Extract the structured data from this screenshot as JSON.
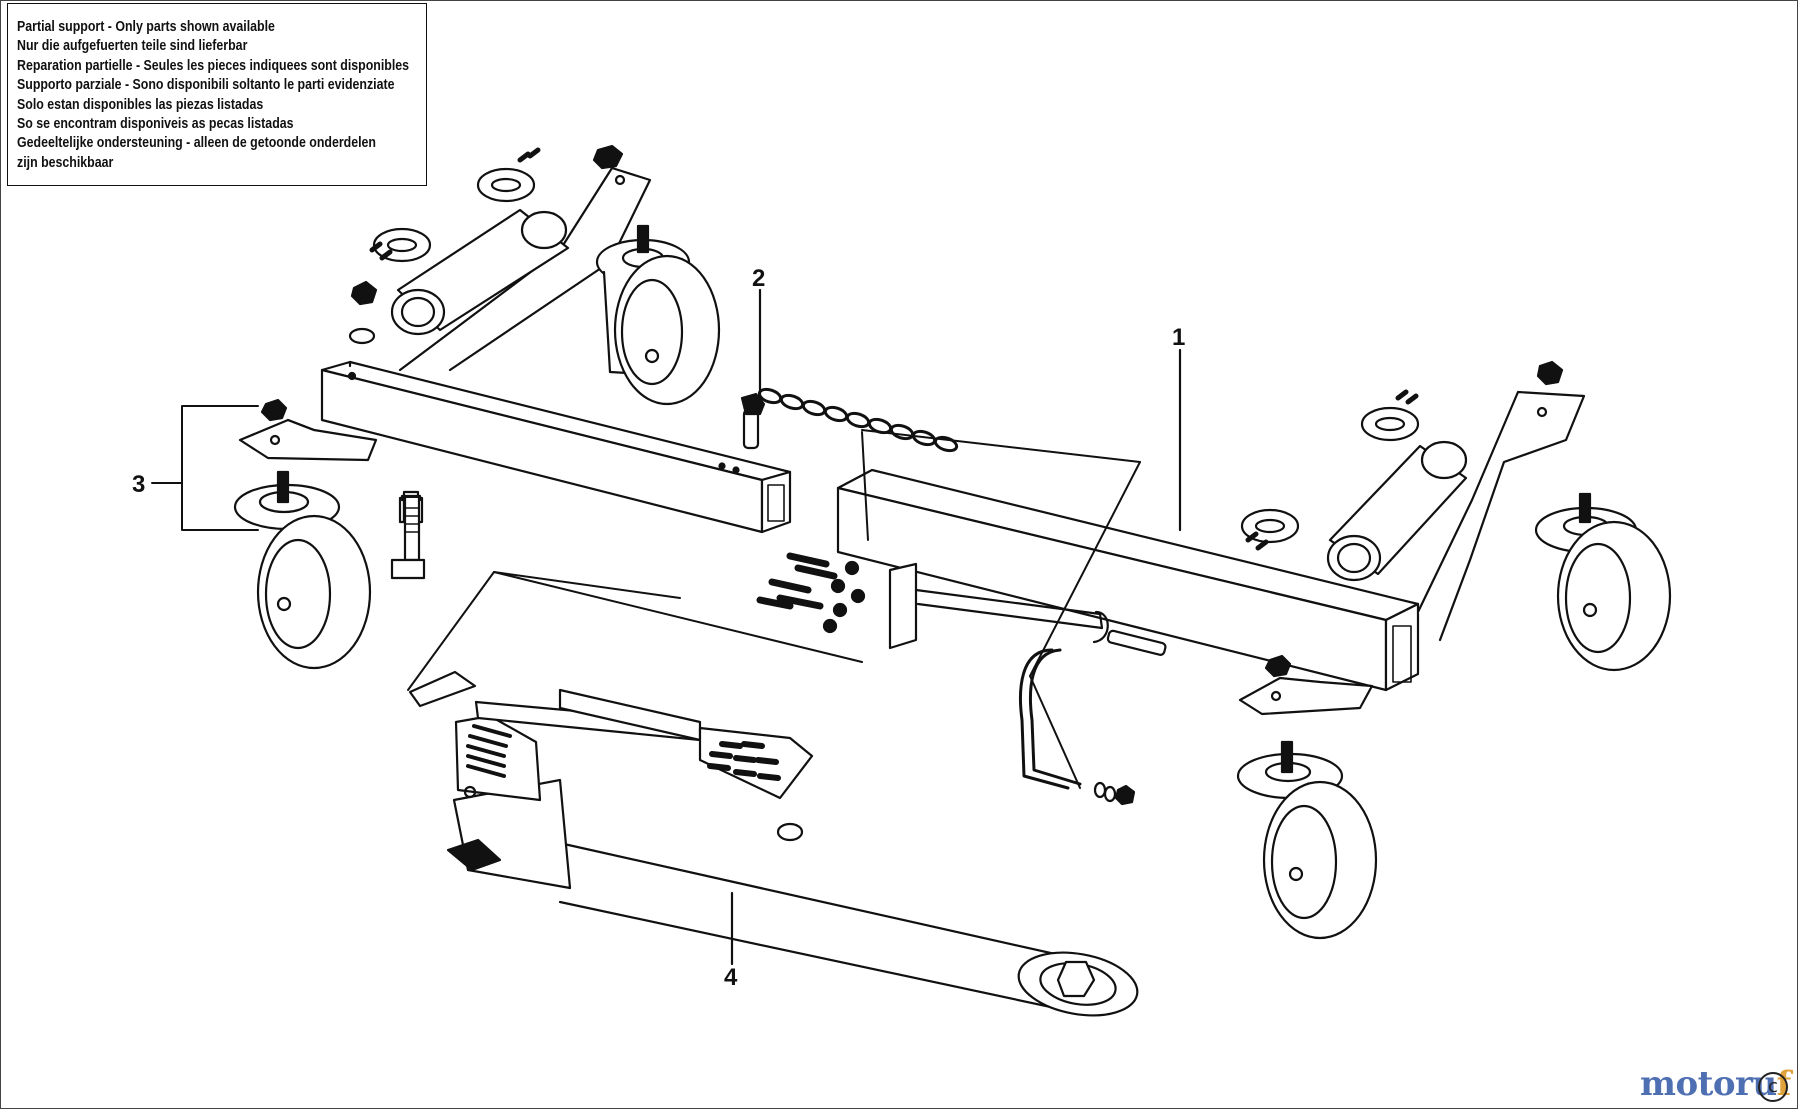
{
  "notice": {
    "lines": [
      "Partial support - Only parts shown available",
      "Nur die aufgefuerten teile sind lieferbar",
      "Reparation partielle - Seules les pieces indiquees sont disponibles",
      "Supporto parziale - Sono disponibili soltanto le parti evidenziate",
      "Solo estan disponibles las piezas listadas",
      "So se encontram disponiveis as pecas listadas",
      "Gedeeltelijke ondersteuning - alleen de getoonde onderdelen",
      "zijn beschikbaar"
    ]
  },
  "callouts": {
    "c1": "1",
    "c2": "2",
    "c3": "3",
    "c4": "4"
  },
  "watermark": {
    "brand_a": "motoru",
    "brand_b": "f",
    "copyright": "c"
  },
  "colors": {
    "ink": "#111111",
    "brand_blue": "#4f6fb3",
    "brand_orange": "#e0a23a"
  }
}
